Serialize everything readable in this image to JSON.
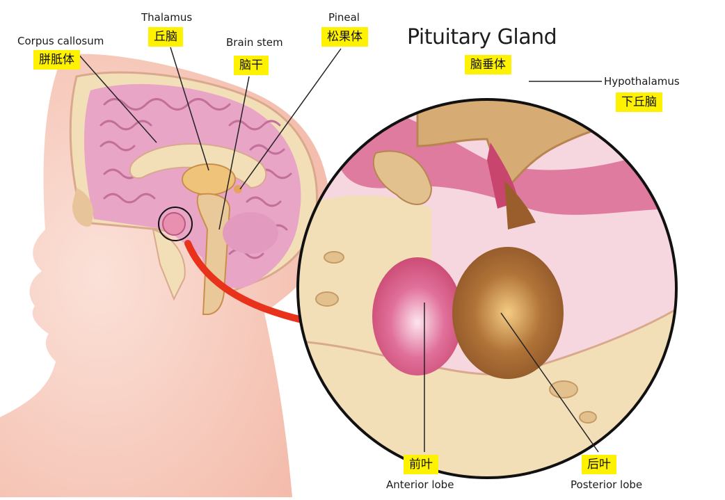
{
  "title": "Pituitary Gland",
  "labels": {
    "corpus_callosum": {
      "en": "Corpus callosum",
      "cn": "胼胝体"
    },
    "thalamus": {
      "en": "Thalamus",
      "cn": "丘脑"
    },
    "brain_stem": {
      "en": "Brain stem",
      "cn": "脑干"
    },
    "pineal": {
      "en": "Pineal",
      "cn": "松果体"
    },
    "pituitary": {
      "cn": "脑垂体"
    },
    "hypothalamus": {
      "en": "Hypothalamus",
      "cn": "下丘脑"
    },
    "anterior_lobe": {
      "en": "Anterior lobe",
      "cn": "前叶"
    },
    "posterior_lobe": {
      "en": "Posterior lobe",
      "cn": "后叶"
    }
  },
  "colors": {
    "skin": "#f6c2b5",
    "brain": "#e9a5c6",
    "bone": "#f2dfb8",
    "anterior": "#d9567e",
    "posterior": "#a86a32",
    "highlight": "#fff200",
    "arrow": "#e8321c"
  }
}
